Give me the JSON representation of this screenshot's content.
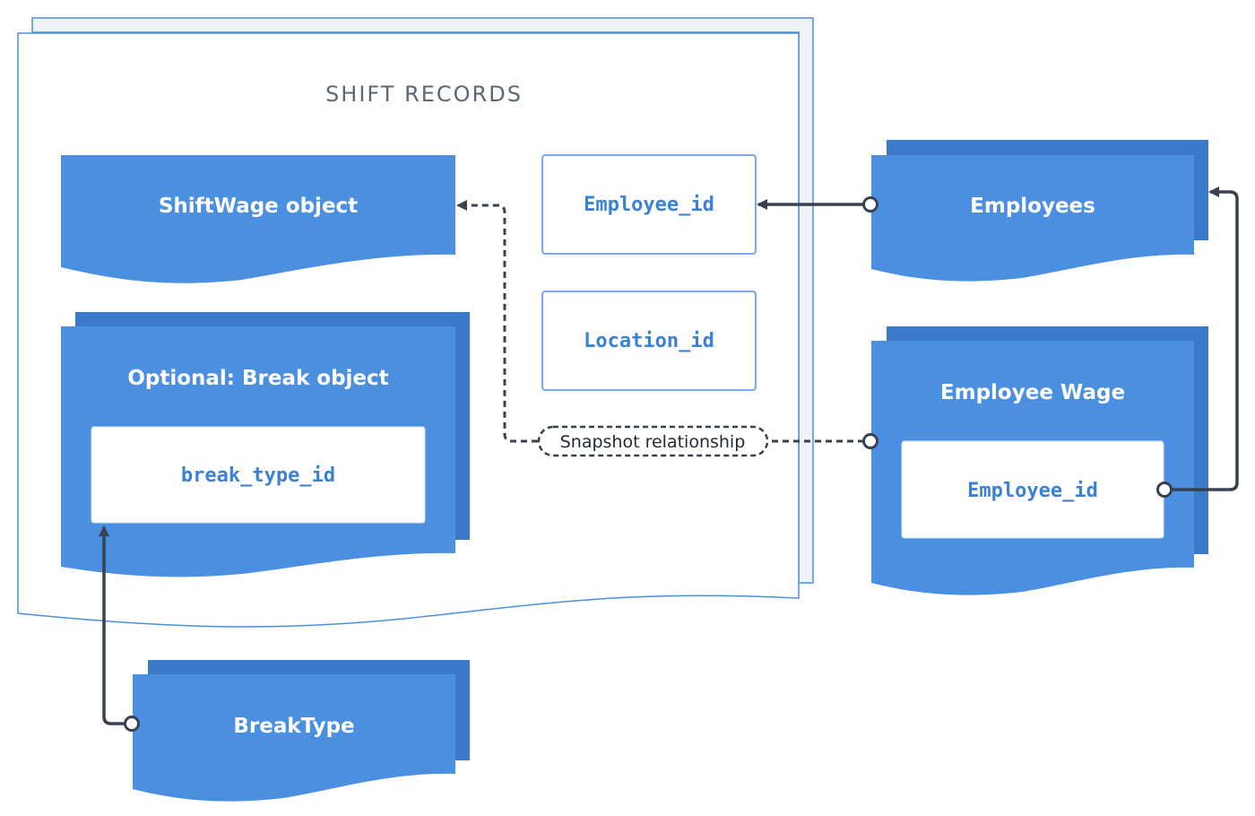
{
  "colors": {
    "object_fill": "#4a8fe0",
    "object_back": "#3b79c9",
    "field_text": "#3b82d6",
    "container_stroke": "#4a8fe0",
    "container_back": "#eef3fa",
    "connector": "#374151",
    "title": "#5a6775"
  },
  "container": {
    "title": "SHIFT RECORDS"
  },
  "objects": {
    "shiftwage": "ShiftWage object",
    "break_object": "Optional: Break object",
    "employees": "Employees",
    "employee_wage": "Employee Wage",
    "breaktype": "BreakType"
  },
  "fields": {
    "employee_id": "Employee_id",
    "location_id": "Location_id",
    "break_type_id": "break_type_id",
    "wage_employee_id": "Employee_id"
  },
  "relationships": {
    "snapshot": "Snapshot relationship"
  }
}
